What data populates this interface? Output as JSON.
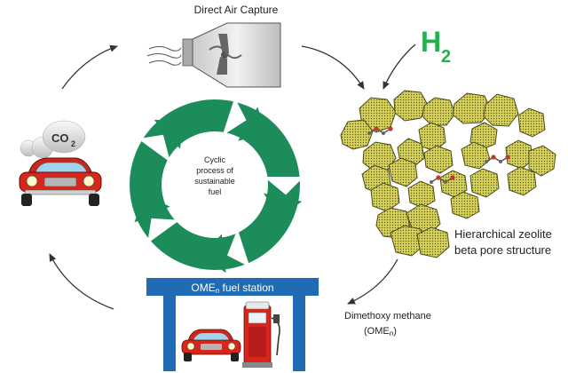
{
  "labels": {
    "dac": "Direct Air Capture",
    "h2_main": "H",
    "h2_sub": "2",
    "co2_main": "CO",
    "co2_sub": "2",
    "center_line1": "Cyclic",
    "center_line2": "process of",
    "center_line3": "sustainable",
    "center_line4": "fuel",
    "zeolite_line1": "Hierarchical zeolite",
    "zeolite_line2": "beta pore structure",
    "station_ome": "OME",
    "station_n": "n",
    "station_rest": " fuel station",
    "dmm_line1": "Dimethoxy methane",
    "dmm_open": "(OME",
    "dmm_n": "n",
    "dmm_close": ")"
  },
  "colors": {
    "cycle_green": "#1b8c5a",
    "h2_green": "#22b14c",
    "zeolite_fill": "#d4cf52",
    "zeolite_stroke": "#4a4a1a",
    "station_blue": "#1f6cb5",
    "car_red": "#d9261c",
    "arrow": "#333333"
  },
  "icons": [
    "fan-icon",
    "car-icon",
    "co2-cloud-icon",
    "fuel-pump-icon",
    "molecule-icon"
  ]
}
